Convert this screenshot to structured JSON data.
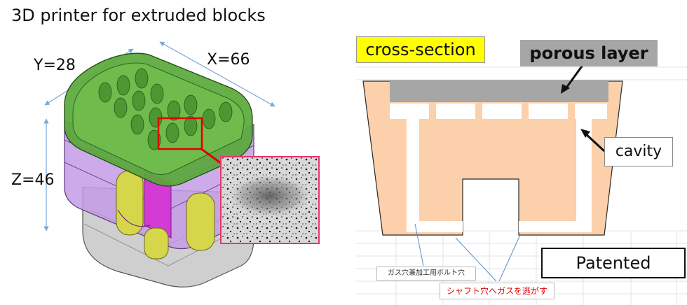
{
  "title": "3D printer for extruded blocks",
  "dimensions": {
    "y": "Y=28",
    "x": "X=66",
    "z": "Z=46"
  },
  "cross_section": {
    "label": "cross-section",
    "porous_label": "porous layer",
    "cavity_label": "cavity",
    "patent_label": "Patented",
    "note_bolt": "ガス穴兼加工用ボルト穴",
    "note_shaft": "シャフト穴へガスを逃がす"
  },
  "colors": {
    "green": "#5aa83a",
    "purple": "#b98be0",
    "magenta": "#d43ad6",
    "yellow": "#d8d84a",
    "peach": "#fbd0aa",
    "porous": "#a6a6a6",
    "highlight": "#ffff00",
    "red": "#e00000",
    "pink_frame": "#e8336e"
  }
}
